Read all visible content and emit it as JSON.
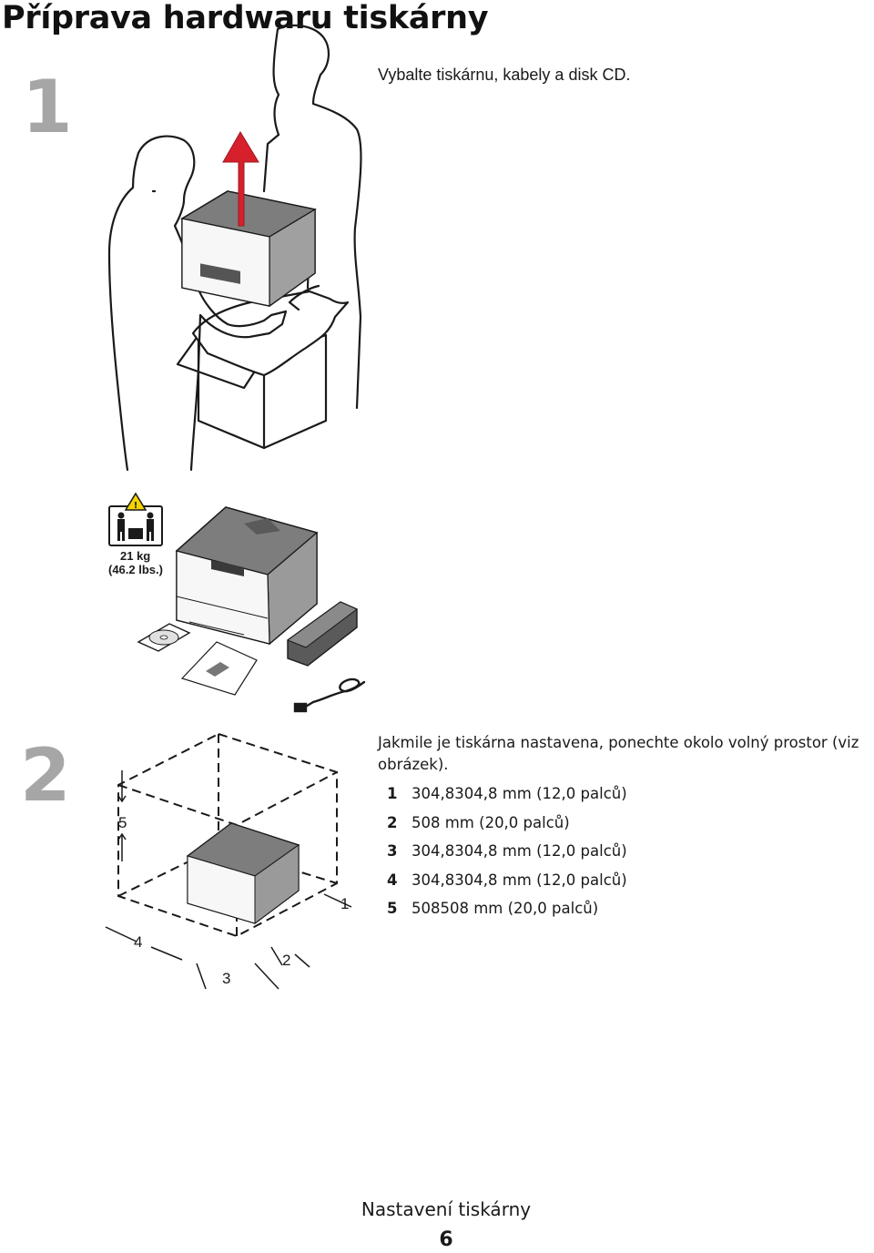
{
  "page": {
    "title": "Příprava hardwaru tiskárny",
    "footer_title": "Nastavení tiskárny",
    "page_number": "6"
  },
  "step1": {
    "number": "1",
    "instruction": "Vybalte tiskárnu, kabely a disk CD.",
    "weight_label_kg": "21 kg",
    "weight_label_lbs": "(46.2 lbs.)",
    "icons": [
      "two-person-lift-icon",
      "warning-icon",
      "lift-arrow-icon"
    ]
  },
  "step2": {
    "number": "2",
    "instruction_line1": "Jakmile je tiskárna nastavena, ponechte okolo volný prostor (viz",
    "instruction_line2": "obrázek).",
    "diagram_labels": [
      "5",
      "4",
      "3",
      "2",
      "1"
    ],
    "clearances": [
      {
        "num": "1",
        "text": "304,8304,8 mm (12,0 palců)"
      },
      {
        "num": "2",
        "text": "508 mm (20,0 palců)"
      },
      {
        "num": "3",
        "text": "304,8304,8 mm (12,0 palců)"
      },
      {
        "num": "4",
        "text": "304,8304,8 mm (12,0 palců)"
      },
      {
        "num": "5",
        "text": "508508 mm (20,0 palců)"
      }
    ]
  },
  "colors": {
    "step_number": "#a6a6a6",
    "arrow": "#d6202c",
    "printer_top": "#7d7d7d",
    "printer_body": "#f2f2f2",
    "line": "#1a1a1a"
  }
}
